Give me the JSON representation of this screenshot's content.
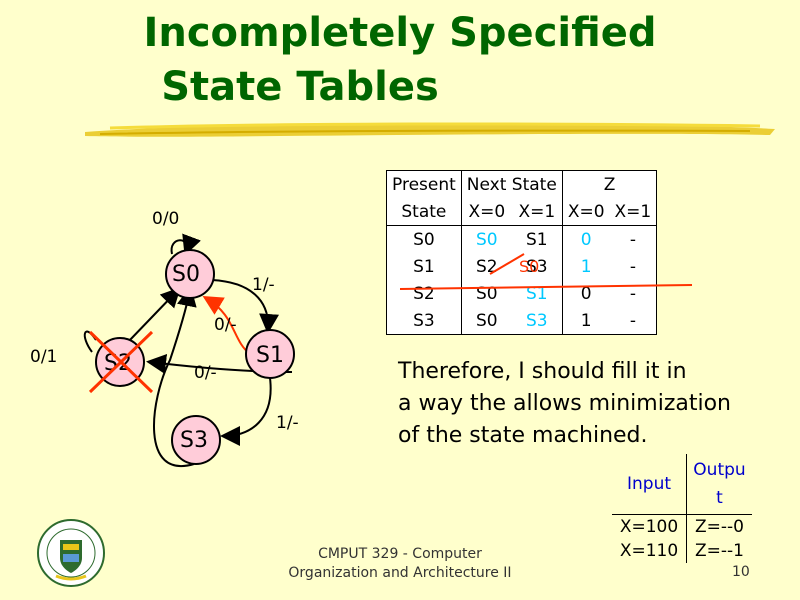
{
  "slide": {
    "title_line1": "Incompletely Specified",
    "title_line2": "State Tables",
    "footer_line1": "CMPUT 329 - Computer",
    "footer_line2": "Organization and Architecture II",
    "page_number": "10"
  },
  "diagram": {
    "states": {
      "s0": "S0",
      "s1": "S1",
      "s2": "S2",
      "s3": "S3"
    },
    "edge_labels": {
      "s0_self": "0/0",
      "s0_s1": "1/-",
      "s1_s0": "0/-",
      "s2_self": "0/1",
      "s1_s2": "0/-",
      "s1_s3": "1/-"
    }
  },
  "state_table": {
    "header": {
      "present": "Present",
      "next_state": "Next State",
      "z": "Z"
    },
    "subheader": {
      "state": "State",
      "next_x0": "X=0",
      "next_x1": "X=1",
      "z_x0": "X=0",
      "z_x1": "X=1"
    },
    "rows": [
      {
        "state": "S0",
        "next_x0": "S0",
        "next_x1": "S1",
        "z_x0": "0",
        "z_x1": "-"
      },
      {
        "state": "S1",
        "next_x0": "S2",
        "next_x1": "S3",
        "z_x0": "1",
        "z_x1": "-"
      },
      {
        "state": "S2",
        "next_x0": "S0",
        "next_x1": "S1",
        "z_x0": "0",
        "z_x1": "-"
      },
      {
        "state": "S3",
        "next_x0": "S0",
        "next_x1": "S3",
        "z_x0": "1",
        "z_x1": "-"
      }
    ],
    "correction": "S0"
  },
  "note": {
    "line1": "Therefore, I should fill it in",
    "line2": "a way the allows minimization",
    "line3": "of the state machined."
  },
  "io_table": {
    "header_input": "Input",
    "header_output": "Outpu t",
    "rows": [
      {
        "input": "X=100",
        "output": "Z=--0"
      },
      {
        "input": "X=110",
        "output": "Z=--1"
      }
    ]
  },
  "colors": {
    "title": "#006600",
    "background": "#ffffcc",
    "state_fill": "#ffccd9",
    "annotation_red": "#ff3300",
    "highlight_cyan": "#00c8ff",
    "header_blue": "#0000cc"
  }
}
